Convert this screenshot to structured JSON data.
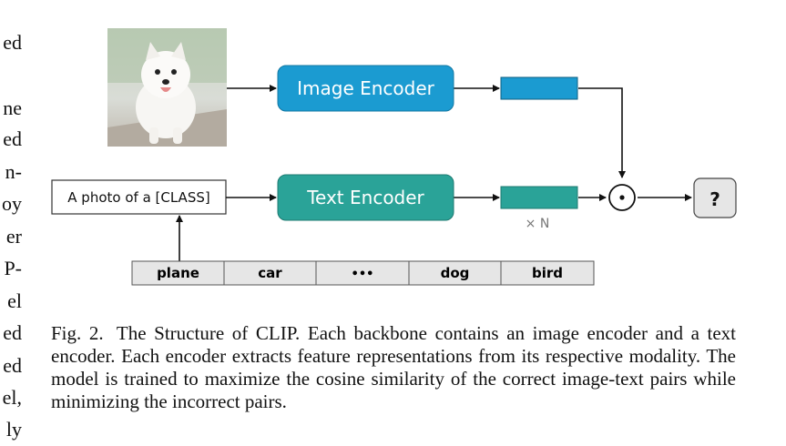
{
  "left_column_fragments": [
    "ed",
    "ne",
    "ed",
    "n-",
    "oy",
    "er",
    "P-",
    "el",
    "ed",
    "ed",
    "el,",
    "ly"
  ],
  "diagram": {
    "image_encoder_label": "Image Encoder",
    "text_encoder_label": "Text Encoder",
    "prompt_label": "A photo of a [CLASS]",
    "times_n_label": "× N",
    "dot_product_symbol": "⊙",
    "output_label": "?",
    "classes": [
      "plane",
      "car",
      "•••",
      "dog",
      "bird"
    ],
    "colors": {
      "image_encoder": "#1b9bd1",
      "text_encoder": "#2aa398",
      "image_feature": "#1b9bd1",
      "text_feature": "#2aa398",
      "class_cell": "#e6e6e6",
      "output_box": "#e6e6e6"
    }
  },
  "caption": {
    "fig_number": "Fig. 2.",
    "text": "The Structure of CLIP. Each backbone contains an image encoder and a text encoder. Each encoder extracts feature representations from its respective modality. The model is trained to maximize the cosine similarity of the correct image-text pairs while minimizing the incorrect pairs."
  }
}
